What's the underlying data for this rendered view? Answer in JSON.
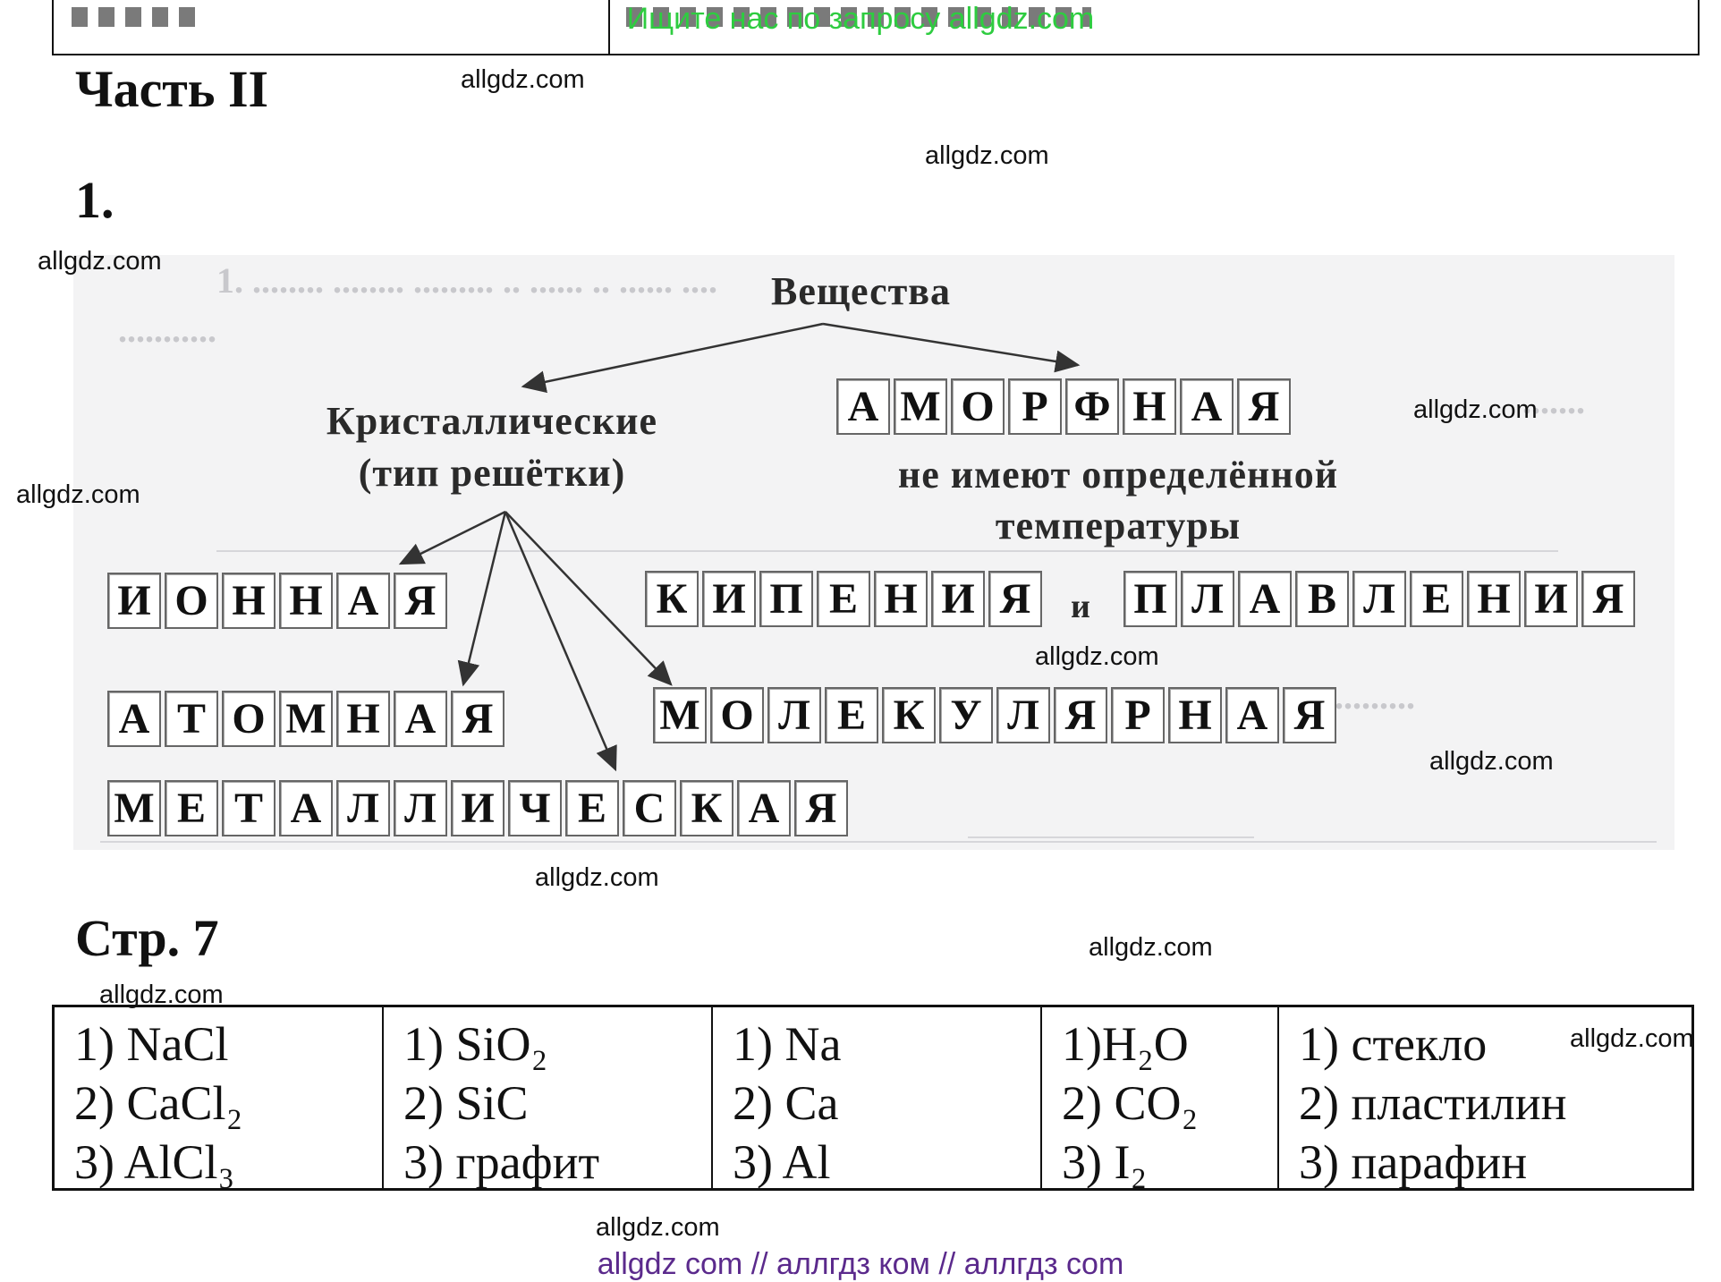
{
  "banner_top": "Ищите нас по запросу allgdz.com",
  "banner_bottom": "allgdz com  //  аллгдз ком  //  аллгдз com",
  "watermark": "allgdz.com",
  "part_title": "Часть II",
  "task_number": "1.",
  "page_title": "Стр. 7",
  "diagram": {
    "root": "Вещества",
    "crystalline_label_line1": "Кристаллические",
    "crystalline_label_line2": "(тип решётки)",
    "amorphous_word": [
      "А",
      "М",
      "О",
      "Р",
      "Ф",
      "Н",
      "А",
      "Я"
    ],
    "amorphous_note_line1": "не имеют определённой",
    "amorphous_note_line2": "температуры",
    "word_boiling": [
      "К",
      "И",
      "П",
      "Е",
      "Н",
      "И",
      "Я"
    ],
    "conjunction": "и",
    "word_melting": [
      "П",
      "Л",
      "А",
      "В",
      "Л",
      "Е",
      "Н",
      "И",
      "Я"
    ],
    "word_ionic": [
      "И",
      "О",
      "Н",
      "Н",
      "А",
      "Я"
    ],
    "word_atomic": [
      "А",
      "Т",
      "О",
      "М",
      "Н",
      "А",
      "Я"
    ],
    "word_molecular": [
      "М",
      "О",
      "Л",
      "Е",
      "К",
      "У",
      "Л",
      "Я",
      "Р",
      "Н",
      "А",
      "Я"
    ],
    "word_metallic": [
      "М",
      "Е",
      "Т",
      "А",
      "Л",
      "Л",
      "И",
      "Ч",
      "Е",
      "С",
      "К",
      "А",
      "Я"
    ]
  },
  "answers_table": [
    [
      "1) NaCl",
      "2) CaCl₂",
      "3) AlCl₃"
    ],
    [
      "1) SiO₂",
      "2) SiC",
      "3) графит"
    ],
    [
      "1) Na",
      "2) Ca",
      "3) Al"
    ],
    [
      "1)H₂O",
      "2) CO₂",
      "3) I₂"
    ],
    [
      "1) стекло",
      "2) пластилин",
      "3) парафин"
    ]
  ]
}
